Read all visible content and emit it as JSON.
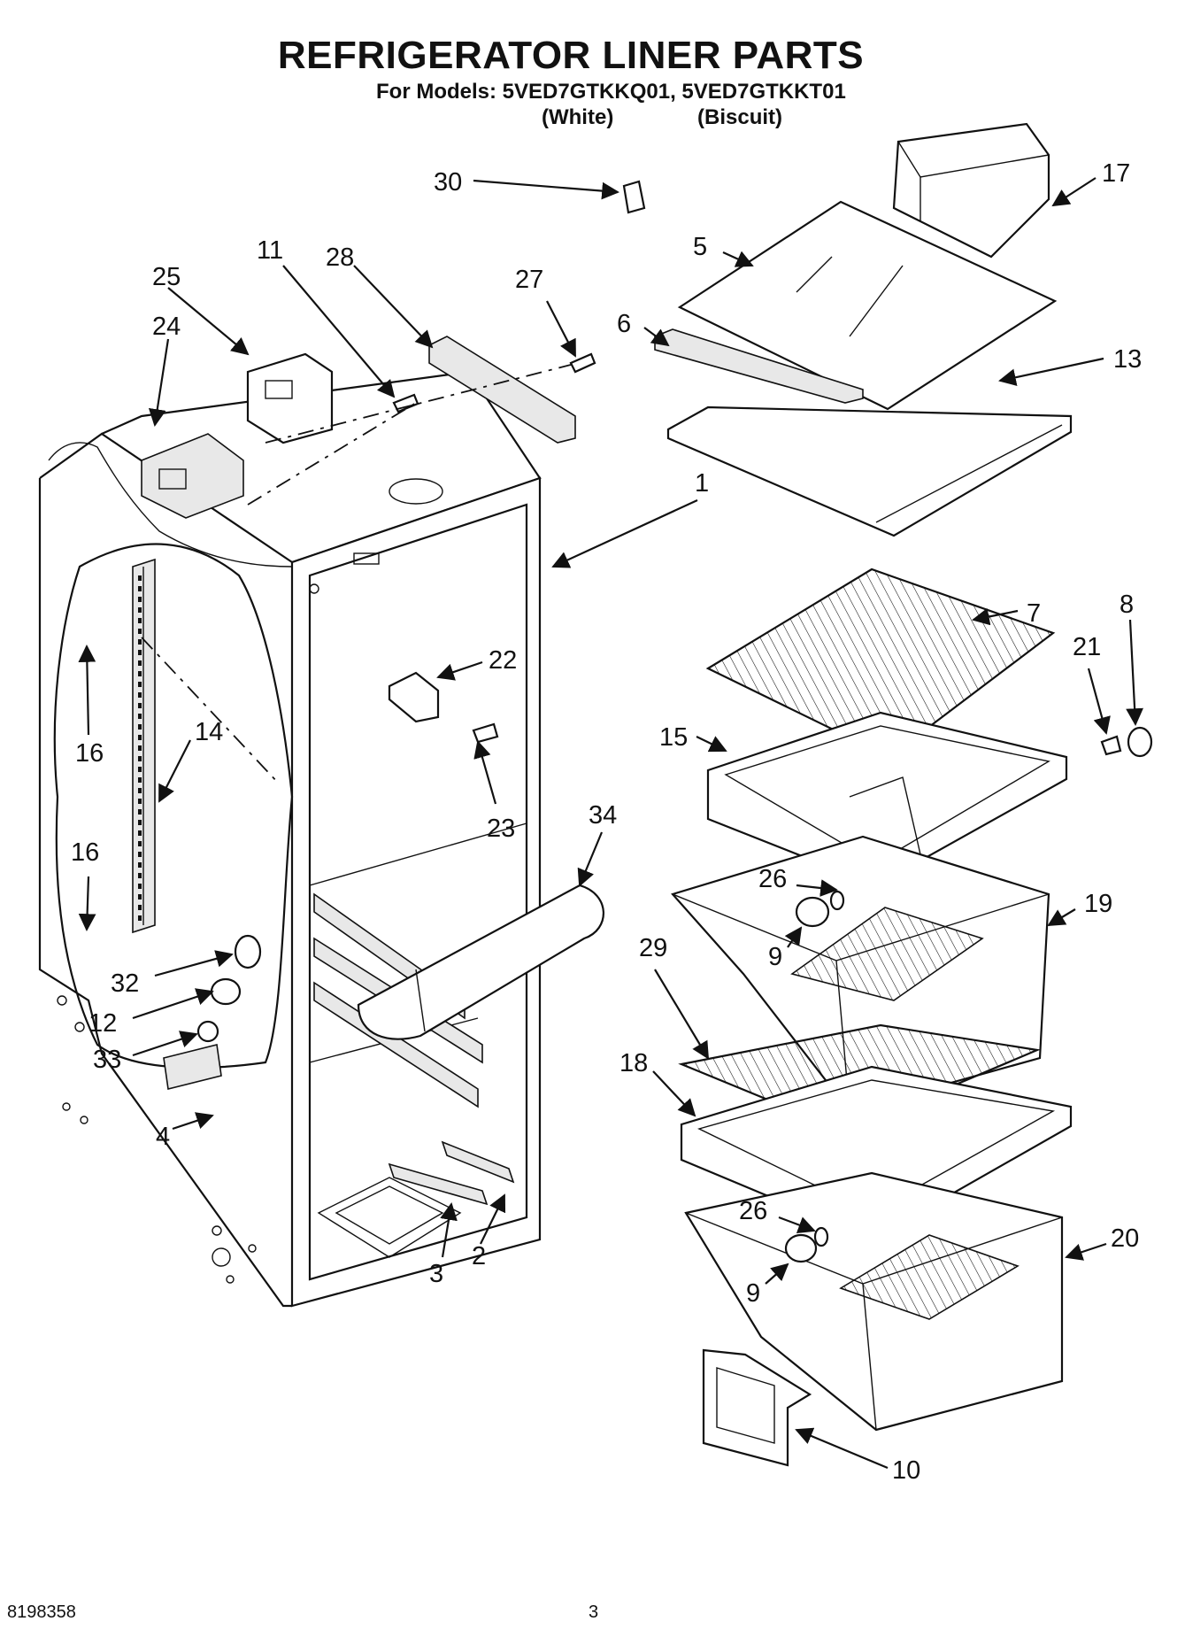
{
  "header": {
    "title": "REFRIGERATOR LINER PARTS",
    "models_line": "For Models: 5VED7GTKKQ01, 5VED7GTKKT01",
    "variant_white": "(White)",
    "variant_biscuit": "(Biscuit)"
  },
  "footer": {
    "doc_number": "8198358",
    "page_number": "3"
  },
  "callouts": {
    "c1": "1",
    "c2": "2",
    "c3": "3",
    "c4": "4",
    "c5": "5",
    "c6": "6",
    "c7": "7",
    "c8": "8",
    "c9a": "9",
    "c9b": "9",
    "c10": "10",
    "c11": "11",
    "c12": "12",
    "c13": "13",
    "c14": "14",
    "c15": "15",
    "c16a": "16",
    "c16b": "16",
    "c17": "17",
    "c18": "18",
    "c19": "19",
    "c20": "20",
    "c21": "21",
    "c22": "22",
    "c23": "23",
    "c24": "24",
    "c25": "25",
    "c26a": "26",
    "c26b": "26",
    "c27": "27",
    "c28": "28",
    "c29": "29",
    "c30": "30",
    "c32": "32",
    "c33": "33",
    "c34": "34"
  }
}
